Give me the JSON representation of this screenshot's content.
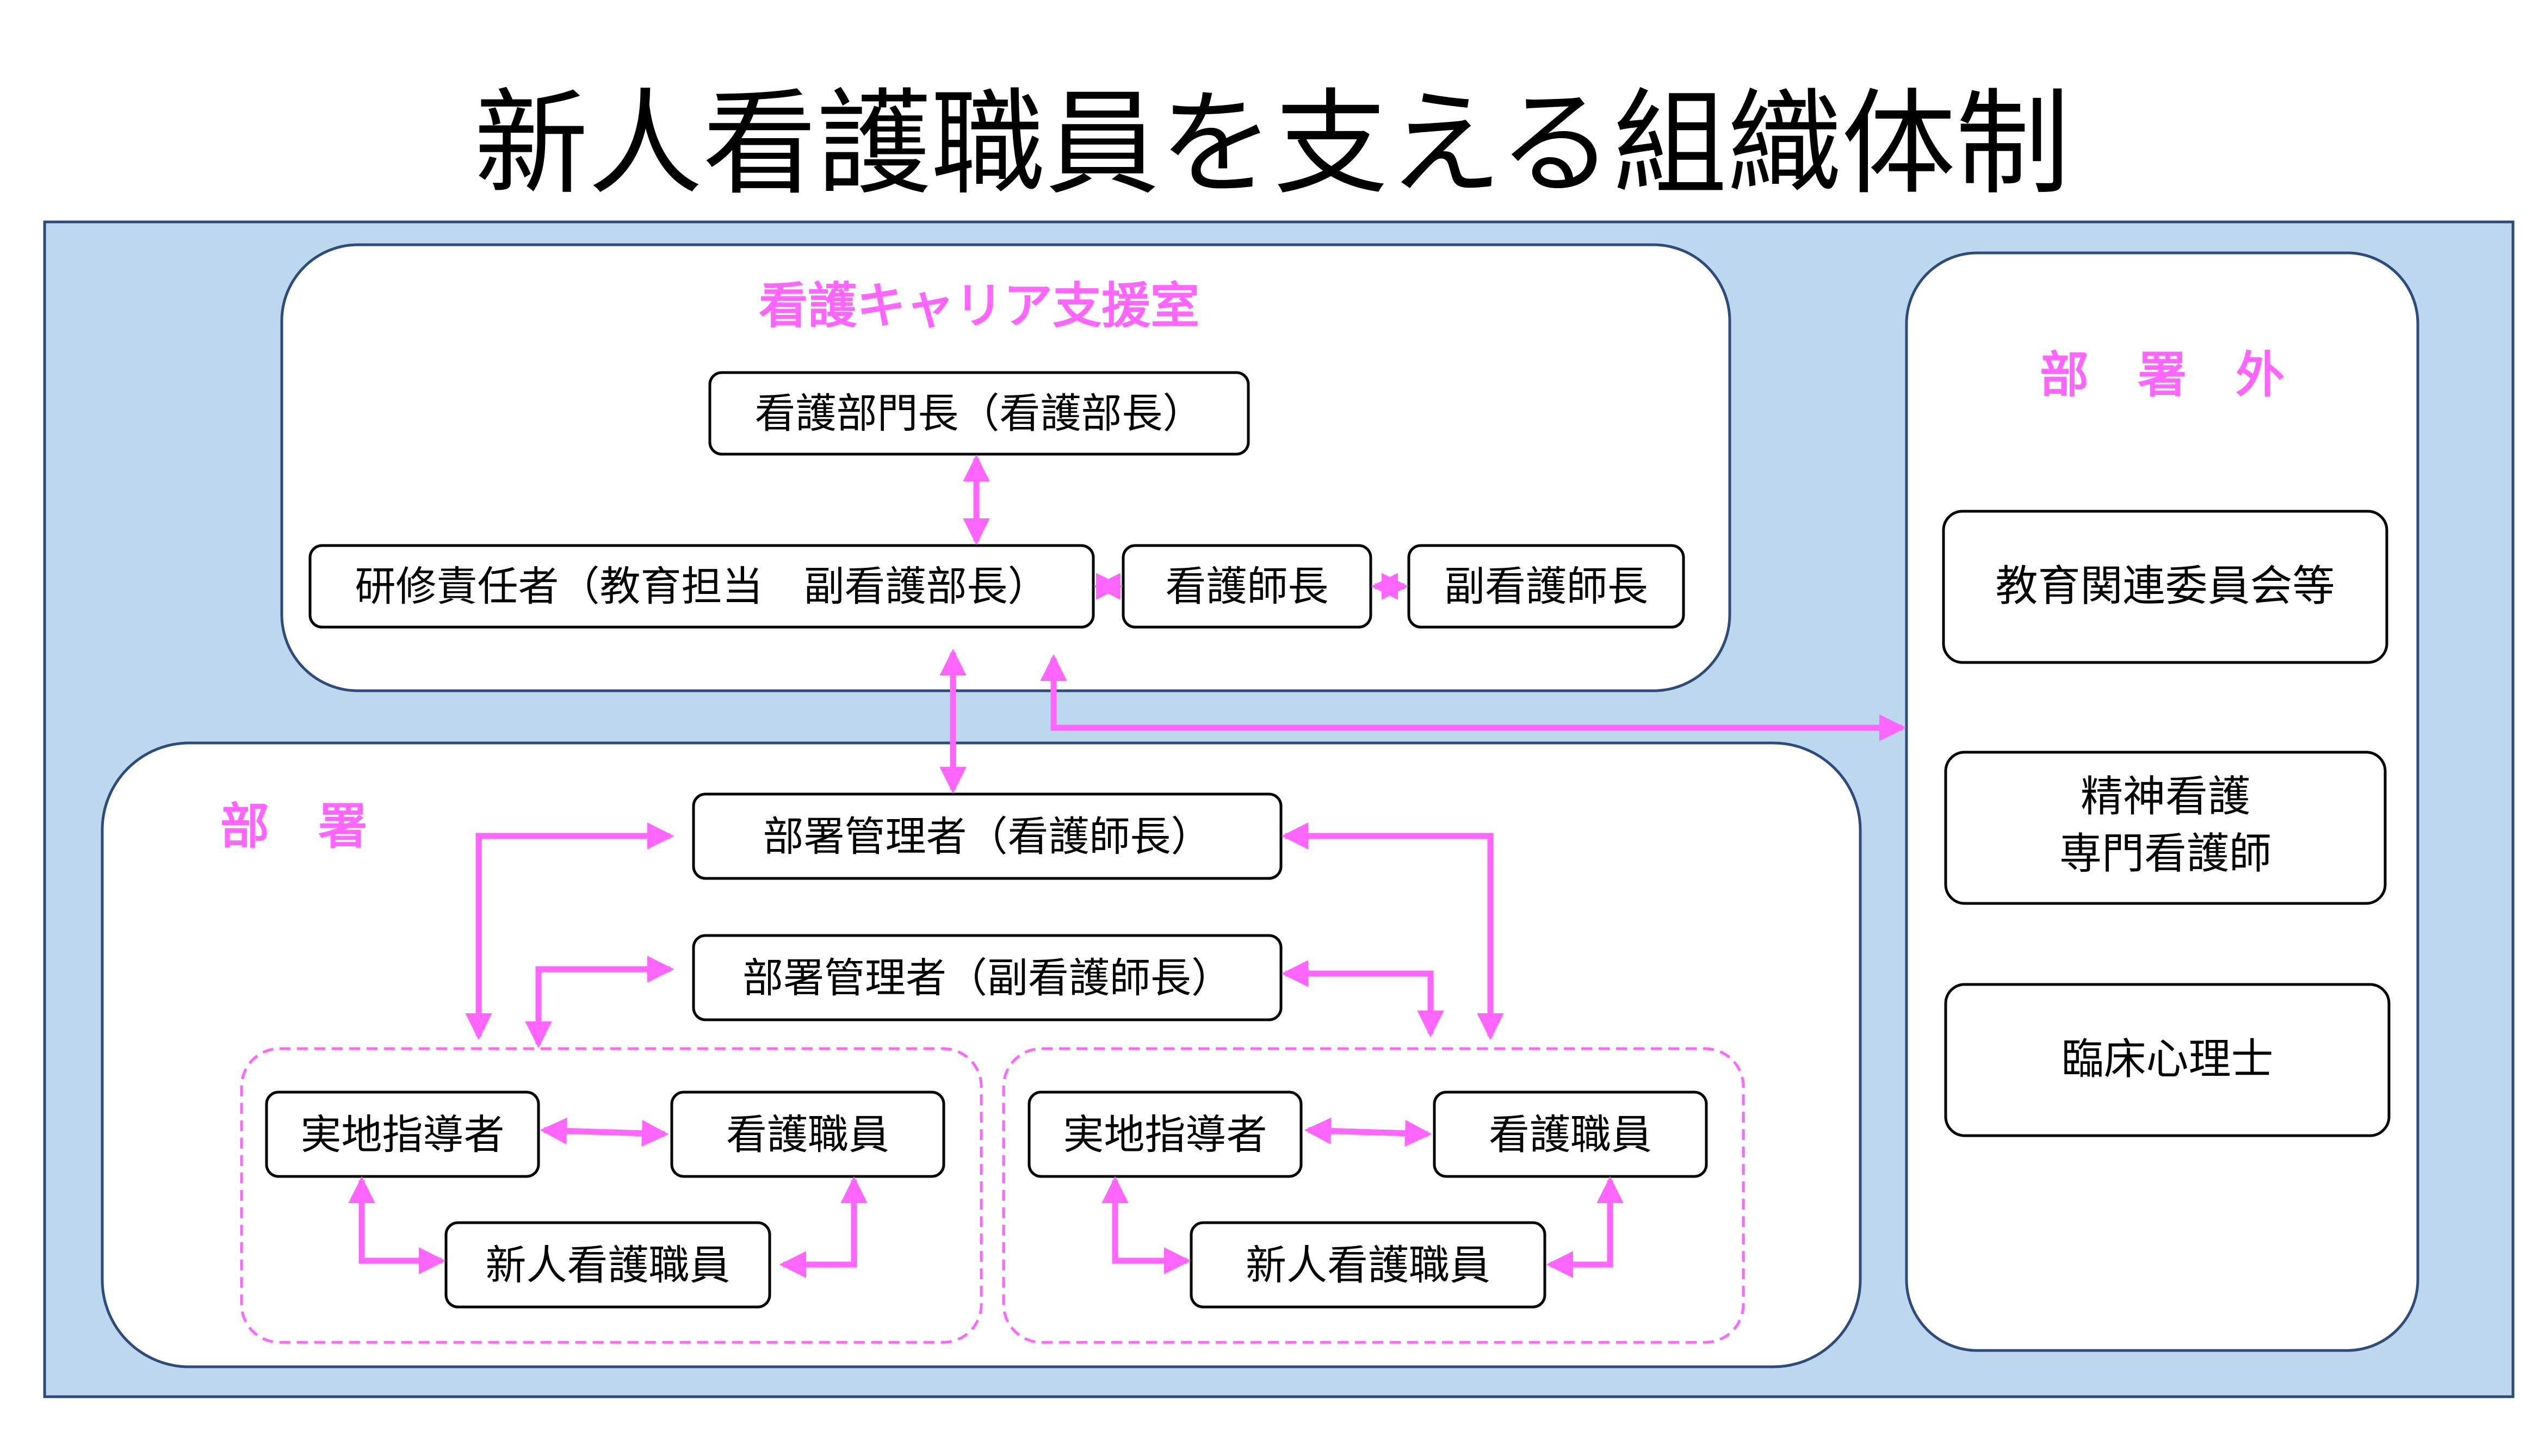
{
  "title": "新人看護職員を支える組織体制",
  "colors": {
    "background": "#bdd7ee",
    "border": "#2f4b7c",
    "accent": "#ff66ff"
  },
  "career_support": {
    "heading": "看護キャリア支援室",
    "director": "看護部門長（看護部長）",
    "training_lead": "研修責任者（教育担当　副看護部長）",
    "head_nurse": "看護師長",
    "deputy_head_nurse": "副看護師長"
  },
  "department": {
    "heading": "部　署",
    "manager_head": "部署管理者（看護師長）",
    "manager_deputy": "部署管理者（副看護師長）",
    "group_left": {
      "preceptor": "実地指導者",
      "nurse": "看護職員",
      "new_nurse": "新人看護職員"
    },
    "group_right": {
      "preceptor": "実地指導者",
      "nurse": "看護職員",
      "new_nurse": "新人看護職員"
    }
  },
  "external": {
    "heading": "部　署　外",
    "committee": "教育関連委員会等",
    "specialist_line1": "精神看護",
    "specialist_line2": "専門看護師",
    "psychologist": "臨床心理士"
  }
}
